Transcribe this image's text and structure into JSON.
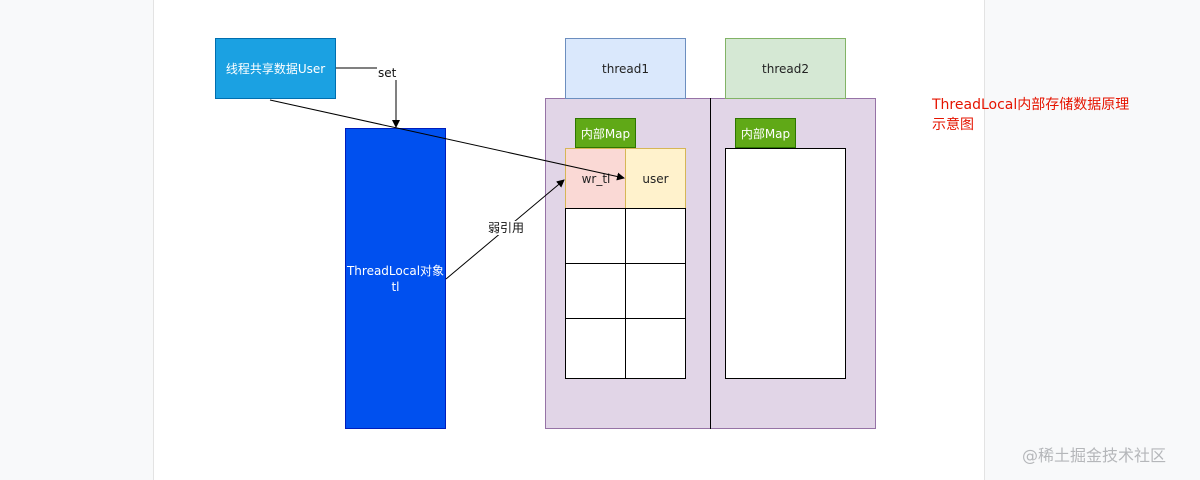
{
  "nodes": {
    "shared_data": "线程共享数据User",
    "threadlocal_line1": "ThreadLocal对象",
    "threadlocal_line2": "tl",
    "thread1": "thread1",
    "thread2": "thread2",
    "map_tag_1": "内部Map",
    "map_tag_2": "内部Map",
    "key_cell": "wr_tl",
    "value_cell": "user"
  },
  "edges": {
    "set_label": "set",
    "weak_ref_label": "弱引用"
  },
  "caption": "ThreadLocal内部存储数据原理示意图",
  "watermark": "@稀土掘金技术社区",
  "colors": {
    "shared_fill": "#1ba1e2",
    "threadlocal_fill": "#0050ef",
    "thread1_fill": "#dae8fc",
    "thread2_fill": "#d5e8d4",
    "panel_fill": "#e1d5e7",
    "map_tag_fill": "#60a917",
    "key_fill": "#fad9d5",
    "value_fill": "#fff2cc",
    "caption_color": "#e51400"
  }
}
